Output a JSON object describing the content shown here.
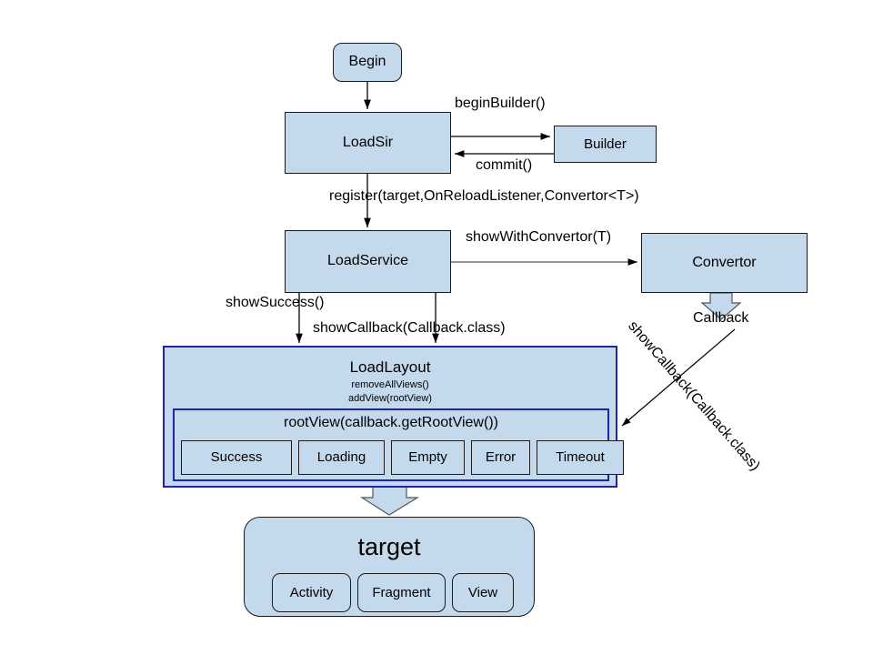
{
  "diagram": {
    "title": "LoadSir loading-state architecture flow",
    "palette": {
      "node_fill": "#c5d9ed",
      "node_border": "#1a1a1a",
      "group_border": "#2222aa",
      "edge_stroke": "#000000",
      "block_arrow_fill": "#c5d9ed",
      "background": "#ffffff"
    },
    "nodes": {
      "begin": {
        "label": "Begin"
      },
      "loadsir": {
        "label": "LoadSir"
      },
      "builder": {
        "label": "Builder"
      },
      "loadservice": {
        "label": "LoadService"
      },
      "convertor": {
        "label": "Convertor"
      },
      "loadlayout": {
        "title": "LoadLayout",
        "sub1": "removeAllViews()",
        "sub2": "addView(rootView)",
        "rootview": {
          "title": "rootView(callback.getRootView())",
          "states": [
            {
              "label": "Success"
            },
            {
              "label": "Loading"
            },
            {
              "label": "Empty"
            },
            {
              "label": "Error"
            },
            {
              "label": "Timeout"
            }
          ]
        }
      },
      "target": {
        "title": "target",
        "chips": [
          {
            "label": "Activity"
          },
          {
            "label": "Fragment"
          },
          {
            "label": "View"
          }
        ]
      }
    },
    "edges": {
      "begin_to_loadsir": {
        "label": ""
      },
      "loadsir_to_builder": {
        "label": "beginBuilder()"
      },
      "builder_to_loadsir": {
        "label": "commit()"
      },
      "loadsir_to_loadservice": {
        "label": "register(target,OnReloadListener,Convertor<T>)"
      },
      "loadservice_to_convertor": {
        "label": "showWithConvertor(T)"
      },
      "loadservice_showsuccess": {
        "label": "showSuccess()"
      },
      "loadservice_showcallback": {
        "label": "showCallback(Callback.class)"
      },
      "convertor_callback": {
        "label": "Callback"
      },
      "callback_to_rootview": {
        "label": "showCallback(Callback.class)"
      },
      "loadlayout_to_target": {
        "label": ""
      }
    }
  }
}
